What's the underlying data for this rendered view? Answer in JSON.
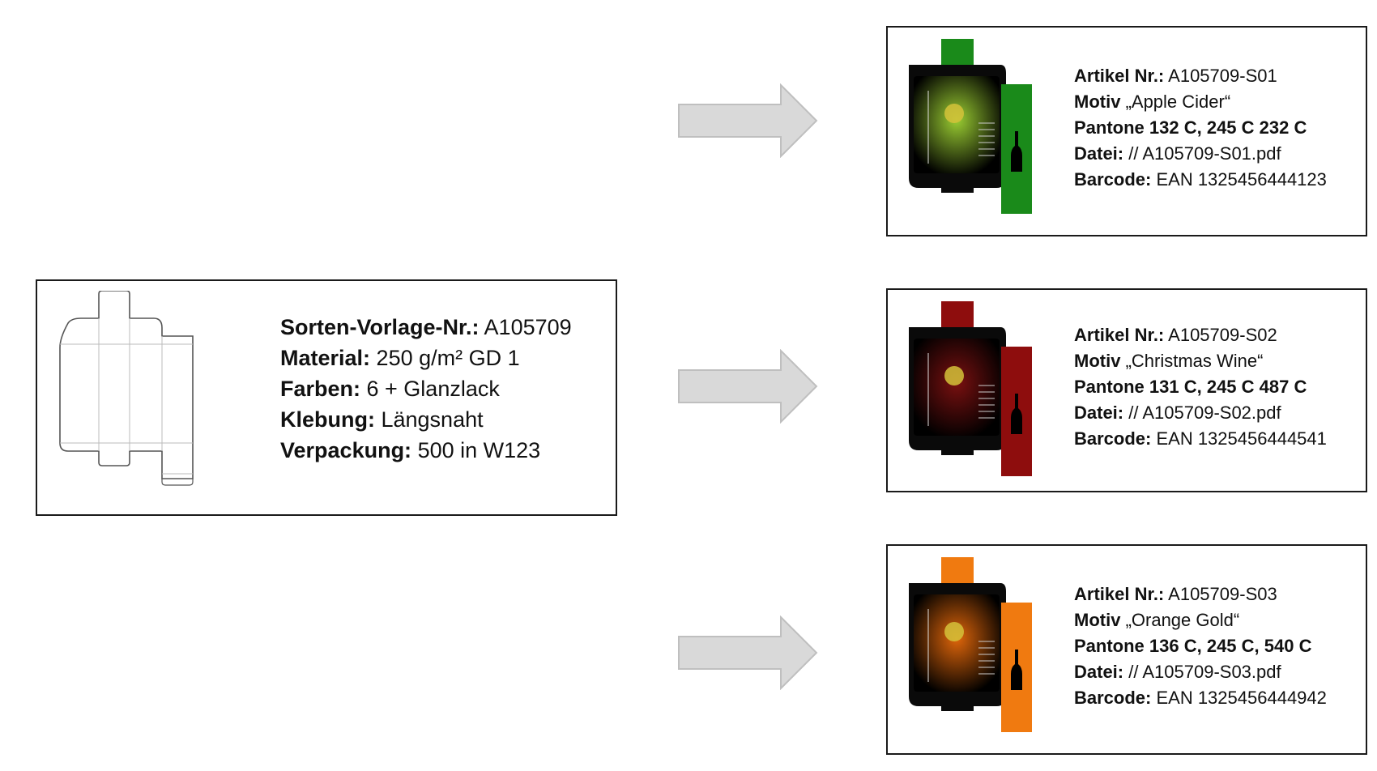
{
  "template": {
    "lines": [
      {
        "key": "Sorten-Vorlage-Nr.:",
        "value": " A105709"
      },
      {
        "key": "Material:",
        "value": " 250 g/m² GD 1"
      },
      {
        "key": "Farben:",
        "value": " 6 + Glanzlack"
      },
      {
        "key": "Klebung:",
        "value": " Längsnaht"
      },
      {
        "key": "Verpackung:",
        "value": " 500 in W123"
      }
    ]
  },
  "variants": [
    {
      "color": "#1a8a1a",
      "glow": "#9acd32",
      "lines": [
        {
          "key": "Artikel Nr.:",
          "value": " A105709-S01"
        },
        {
          "key": "Motiv",
          "value": " „Apple Cider“"
        },
        {
          "key": "Pantone 132 C, 245 C 232 C",
          "value": ""
        },
        {
          "key": "Datei:",
          "value": " // A105709-S01.pdf"
        },
        {
          "key": "Barcode:",
          "value": " EAN 1325456444123"
        }
      ]
    },
    {
      "color": "#8e0d0d",
      "glow": "#7a1010",
      "lines": [
        {
          "key": "Artikel Nr.:",
          "value": " A105709-S02"
        },
        {
          "key": "Motiv",
          "value": " „Christmas Wine“"
        },
        {
          "key": "Pantone 131 C, 245 C 487 C",
          "value": ""
        },
        {
          "key": "Datei:",
          "value": " // A105709-S02.pdf"
        },
        {
          "key": "Barcode:",
          "value": " EAN 1325456444541"
        }
      ]
    },
    {
      "color": "#f07a10",
      "glow": "#e0660a",
      "lines": [
        {
          "key": "Artikel Nr.:",
          "value": " A105709-S03"
        },
        {
          "key": "Motiv",
          "value": " „Orange Gold“"
        },
        {
          "key": "Pantone 136 C, 245 C, 540 C",
          "value": ""
        },
        {
          "key": "Datei:",
          "value": " // A105709-S03.pdf"
        },
        {
          "key": "Barcode:",
          "value": " EAN 1325456444942"
        }
      ]
    }
  ]
}
